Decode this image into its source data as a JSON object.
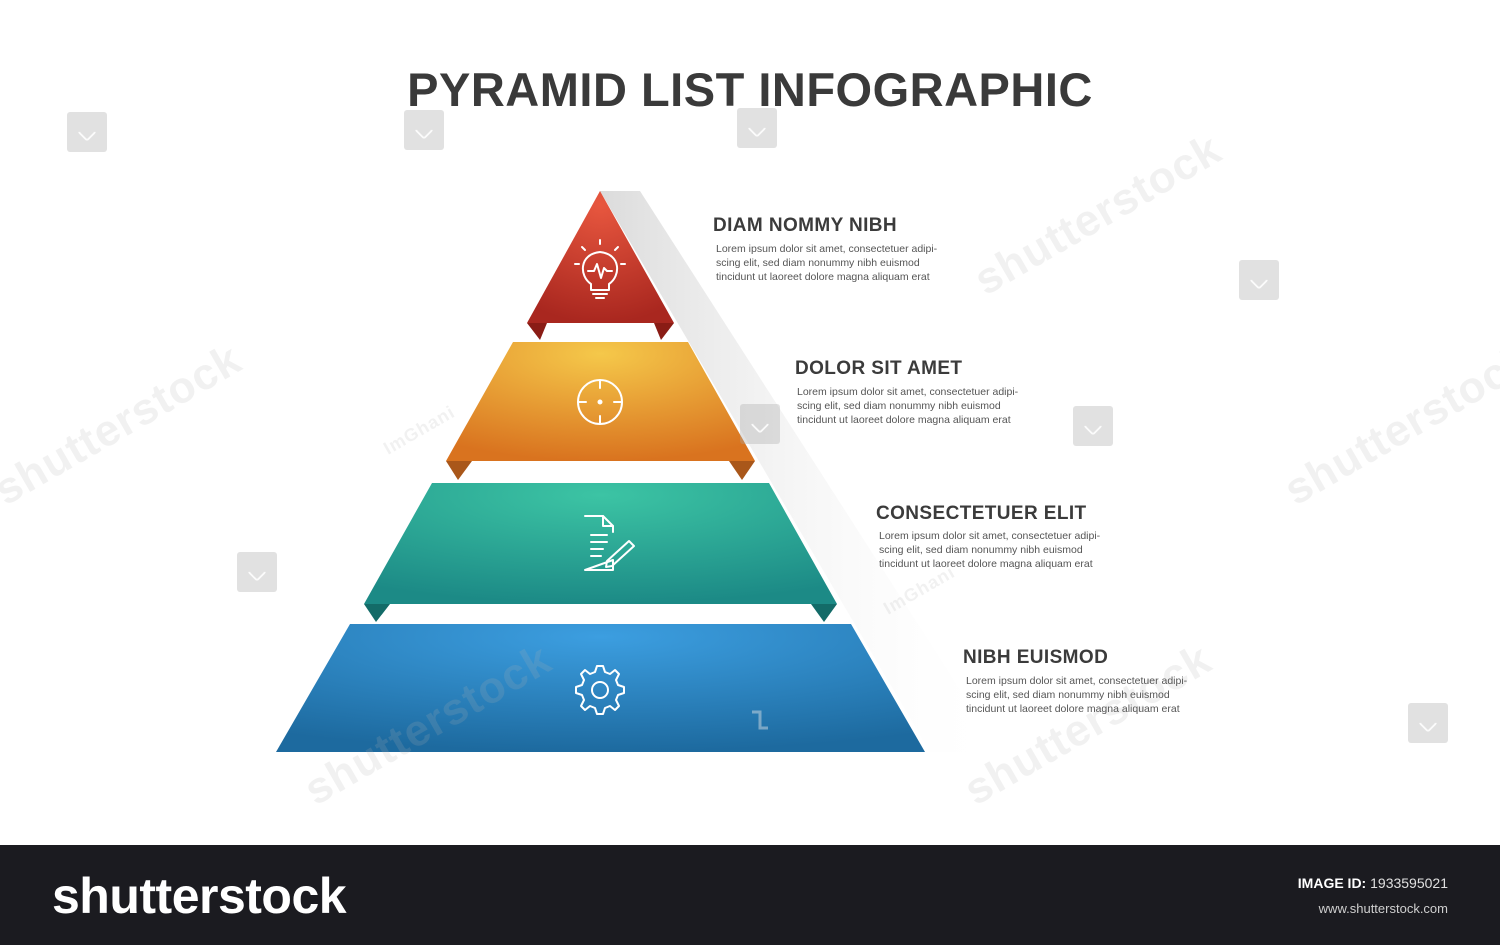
{
  "title": "PYRAMID LIST INFOGRAPHIC",
  "levels": [
    {
      "heading": "DIAM NOMMY NIBH",
      "desc": [
        "Lorem ipsum dolor sit amet, consectetuer adipi-",
        "scing elit, sed diam nonummy nibh euismod",
        "tincidunt ut laoreet dolore magna aliquam erat"
      ],
      "icon": "lightbulb-icon",
      "color_light": "#e8573f",
      "color_dark": "#a9271f"
    },
    {
      "heading": "DOLOR SIT AMET",
      "desc": [
        "Lorem ipsum dolor sit amet, consectetuer adipi-",
        "scing elit, sed diam nonummy nibh euismod",
        "tincidunt ut laoreet dolore magna aliquam erat"
      ],
      "icon": "target-icon",
      "color_light": "#f5c84a",
      "color_dark": "#d9731f"
    },
    {
      "heading": "CONSECTETUER ELIT",
      "desc": [
        "Lorem ipsum dolor sit amet, consectetuer adipi-",
        "scing elit, sed diam nonummy nibh euismod",
        "tincidunt ut laoreet dolore magna aliquam erat"
      ],
      "icon": "document-edit-icon",
      "color_light": "#3cc4a4",
      "color_dark": "#1c8a86"
    },
    {
      "heading": "NIBH EUISMOD",
      "desc": [
        "Lorem ipsum dolor sit amet, consectetuer adipi-",
        "scing elit, sed diam nonummy nibh euismod",
        "tincidunt ut laoreet dolore magna aliquam erat"
      ],
      "icon": "gear-icon",
      "color_light": "#3c9ee0",
      "color_dark": "#1d6a9f"
    }
  ],
  "footer": {
    "brand": "shutterstock",
    "image_id_label": "IMAGE ID:",
    "image_id": "1933595021",
    "site": "www.shutterstock.com"
  },
  "watermark": {
    "brand": "shutterstock",
    "contributor": "ImGhani"
  }
}
